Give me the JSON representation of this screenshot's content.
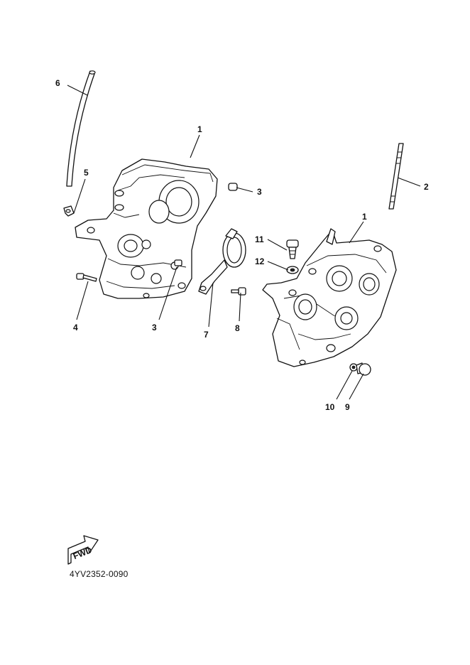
{
  "callouts": {
    "c1_left": "1",
    "c1_right": "1",
    "c2": "2",
    "c3_top": "3",
    "c3_bottom": "3",
    "c4": "4",
    "c5": "5",
    "c6": "6",
    "c7": "7",
    "c8": "8",
    "c9": "9",
    "c10": "10",
    "c11": "11",
    "c12": "12"
  },
  "fwd_label": "FWD",
  "figure_code": "4YV2352-0090"
}
